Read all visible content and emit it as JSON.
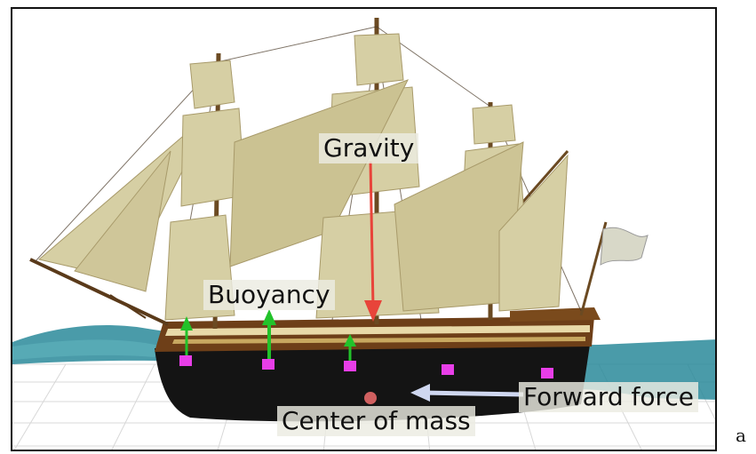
{
  "figure": {
    "labels": {
      "gravity": "Gravity",
      "buoyancy": "Buoyancy",
      "forward_force": "Forward force",
      "center_of_mass": "Center of mass"
    },
    "panel_letter": "a"
  },
  "colors": {
    "gravity_arrow": "#e8443a",
    "buoyancy_arrow": "#22c22a",
    "buoyancy_point": "#e83ee8",
    "forward_arrow": "#cfd7f0",
    "center_of_mass": "#d06060",
    "sail": "#d6cfa4",
    "hull_wood": "#6e3f18",
    "hull_dark": "#141414",
    "water": "#2a8a9a"
  },
  "icons": [
    "ship-3d-model",
    "water-surface",
    "grid-floor"
  ]
}
